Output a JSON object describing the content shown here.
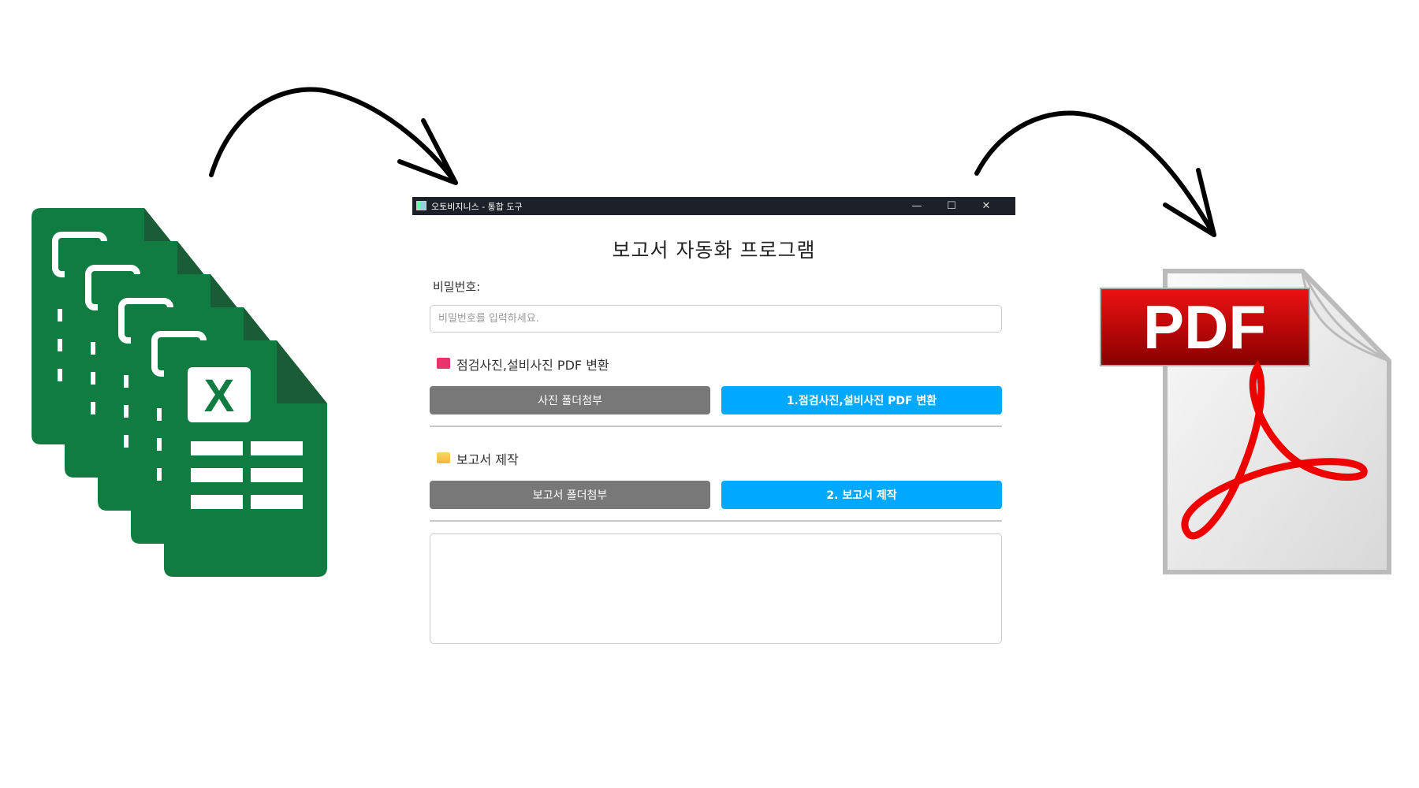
{
  "window": {
    "title": "오토비지니스 - 통합 도구",
    "controls": {
      "minimize": "—",
      "maximize": "☐",
      "close": "✕"
    }
  },
  "heading": "보고서 자동화 프로그램",
  "password": {
    "label": "비밀번호:",
    "value": "",
    "placeholder": "비밀번호를 입력하세요."
  },
  "section_pdf": {
    "icon": "briefcase-icon",
    "title": "점검사진,설비사진 PDF 변환",
    "attach_button": "사진 폴더첨부",
    "run_button": "1.점검사진,설비사진 PDF 변환"
  },
  "section_report": {
    "icon": "folder-icon",
    "title": "보고서 제작",
    "attach_button": "보고서 폴더첨부",
    "run_button": "2. 보고서 제작"
  },
  "log": {
    "value": ""
  },
  "illustration": {
    "left": "excel-files-icon",
    "right": "pdf-file-icon",
    "pdf_label": "PDF",
    "colors": {
      "excel_green": "#107c41",
      "pdf_red": "#cc0000",
      "button_blue": "#00a8ff",
      "button_gray": "#787878"
    }
  }
}
